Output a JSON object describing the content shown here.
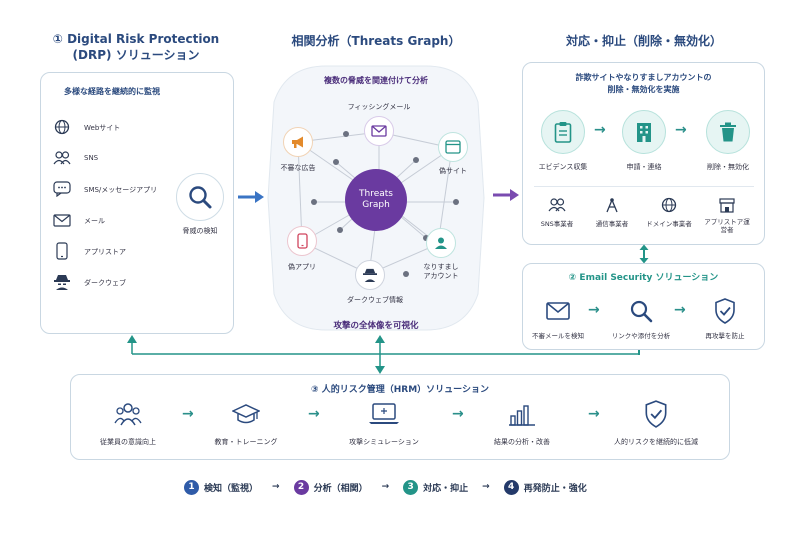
{
  "drp": {
    "title_line1": "① Digital Risk Protection",
    "title_line2": "(DRP) ソリューション",
    "subtitle": "多様な経路を継続的に監視",
    "channels": [
      "Webサイト",
      "SNS",
      "SMS/メッセージアプリ",
      "メール",
      "アプリストア",
      "ダークウェブ"
    ],
    "detect_label": "脅威の検知"
  },
  "graph": {
    "title": "相関分析（Threats Graph）",
    "subtitle": "複数の脅威を関連付けて分析",
    "center_line1": "Threats",
    "center_line2": "Graph",
    "nodes": {
      "phishing_mail": "フィッシングメール",
      "fake_site": "偽サイト",
      "spoof_account_1": "なりすまし",
      "spoof_account_2": "アカウント",
      "dark_web": "ダークウェブ情報",
      "fake_app": "偽アプリ",
      "ads": "不審な広告"
    },
    "footer": "攻撃の全体像を可視化"
  },
  "response": {
    "title": "対応・抑止（削除・無効化）",
    "subtitle_line1": "詐欺サイトやなりすましアカウントの",
    "subtitle_line2": "削除・無効化を実施",
    "steps": [
      "エビデンス収集",
      "申請・連絡",
      "削除・無効化"
    ],
    "partners": [
      "SNS事業者",
      "通信事業者",
      "ドメイン事業者",
      "アプリストア運営者"
    ]
  },
  "email": {
    "title": "② Email Security ソリューション",
    "steps": [
      "不審メールを検知",
      "リンクや添付を分析",
      "再攻撃を防止"
    ]
  },
  "hrm": {
    "title": "③ 人的リスク管理（HRM）ソリューション",
    "steps": [
      "従業員の意識向上",
      "教育・トレーニング",
      "攻撃シミュレーション",
      "結果の分析・改善",
      "人的リスクを継続的に低減"
    ]
  },
  "flow": {
    "steps": [
      {
        "num": "1",
        "label": "検知（監視）",
        "color": "#2f5ba8"
      },
      {
        "num": "2",
        "label": "分析（相関）",
        "color": "#6a3aa0"
      },
      {
        "num": "3",
        "label": "対応・抑止",
        "color": "#239488"
      },
      {
        "num": "4",
        "label": "再発防止・強化",
        "color": "#243a6a"
      }
    ]
  },
  "colors": {
    "navy": "#2b4a7e",
    "purple": "#6a3aa0",
    "teal": "#239488",
    "blue_arrow": "#3a74c4",
    "purple_arrow": "#7a4bb0",
    "border": "#c9d7e2"
  }
}
